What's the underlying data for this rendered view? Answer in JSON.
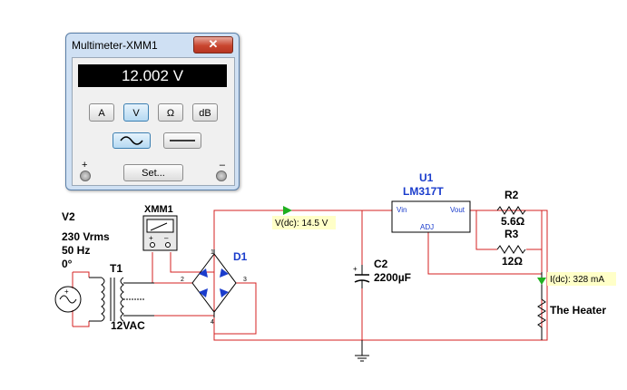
{
  "multimeter": {
    "title": "Multimeter-XMM1",
    "close_label": "✕",
    "reading": "12.002 V",
    "modes": [
      {
        "label": "A",
        "active": false
      },
      {
        "label": "V",
        "active": true
      },
      {
        "label": "Ω",
        "active": false
      },
      {
        "label": "dB",
        "active": false
      }
    ],
    "coupling": {
      "ac_active": true
    },
    "plus_label": "+",
    "minus_label": "–",
    "set_label": "Set..."
  },
  "schematic": {
    "source": {
      "name": "V2",
      "voltage": "230 Vrms",
      "frequency": "50 Hz",
      "phase": "0°"
    },
    "transformer": {
      "name": "T1",
      "rating": "12VAC"
    },
    "meter_ref": "XMM1",
    "diode": {
      "name": "D1",
      "pins": [
        "1",
        "2",
        "3",
        "4"
      ]
    },
    "capacitor": {
      "name": "C2",
      "value": "2200µF"
    },
    "regulator": {
      "name": "U1",
      "part": "LM317T",
      "vin": "Vin",
      "vout": "Vout",
      "adj": "ADJ"
    },
    "r2": {
      "name": "R2",
      "value": "5.6Ω"
    },
    "r3": {
      "name": "R3",
      "value": "12Ω"
    },
    "load": {
      "name": "The Heater"
    },
    "probes": {
      "voltage": "V(dc): 14.5 V",
      "current": "I(dc): 328 mA"
    }
  },
  "colors": {
    "wire": "#d42020",
    "label_blue": "#1a3ccc",
    "probe_green": "#20b020",
    "probe_bg": "#ffffc8"
  }
}
